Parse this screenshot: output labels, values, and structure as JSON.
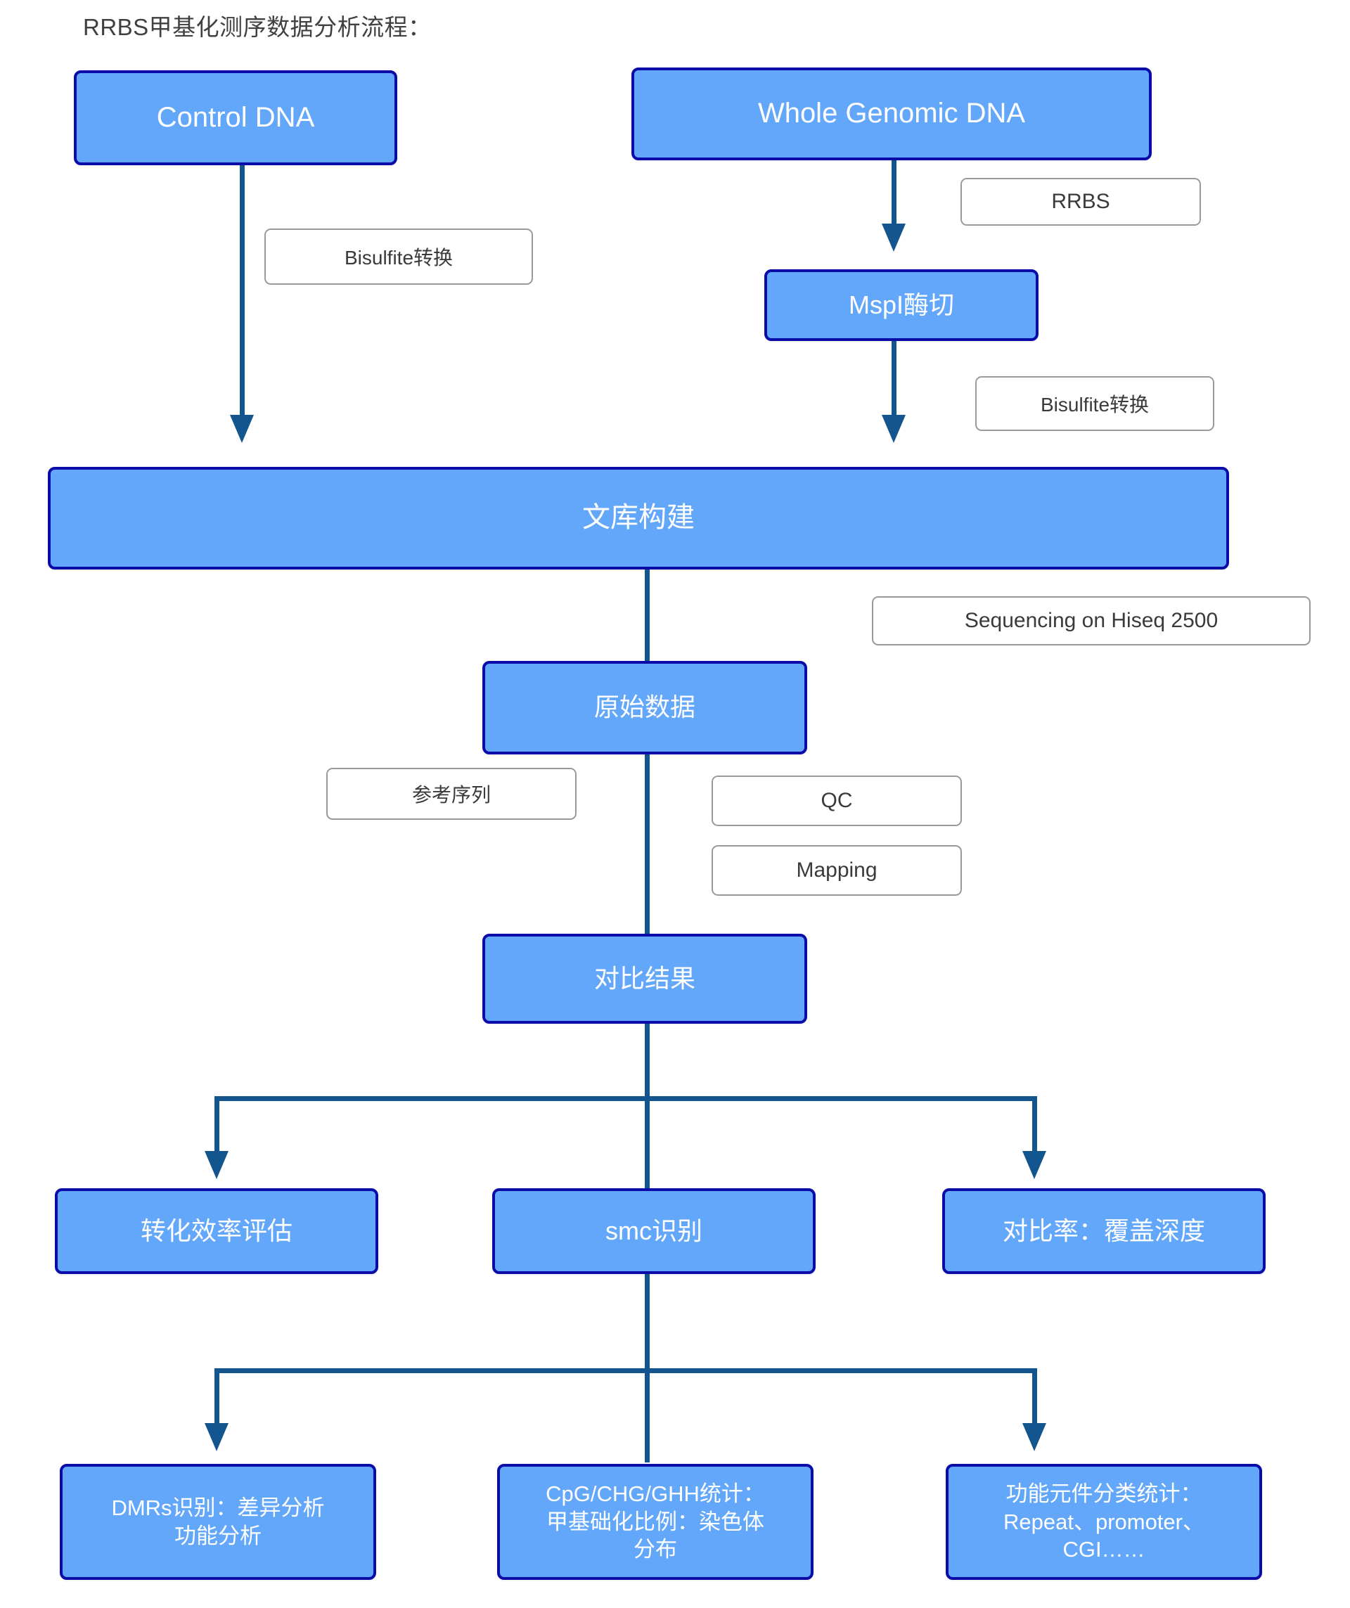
{
  "diagram": {
    "title": "RRBS甲基化测序数据分析流程：",
    "theme": {
      "node_fill": "#63A7FA",
      "node_border": "#0B0BA8",
      "node_text": "#FFFFFF",
      "connector": "#12558F",
      "tag_border": "#9A9A9A",
      "tag_text": "#3A3A3A",
      "background": "#FFFFFF"
    },
    "nodes": {
      "control_dna": "Control DNA",
      "whole_genomic_dna": "Whole Genomic DNA",
      "mspi": "MspI酶切",
      "library": "文库构建",
      "raw_data": "原始数据",
      "align_result": "对比结果",
      "conversion_eff": "转化效率评估",
      "smc": "smc识别",
      "map_rate": "对比率：覆盖深度",
      "dmrs_line1": "DMRs识别：差异分析",
      "dmrs_line2": "功能分析",
      "cpg_line1": "CpG/CHG/GHH统计：",
      "cpg_line2": "甲基础化比例：染色体",
      "cpg_line3": "分布",
      "func_line1": "功能元件分类统计：",
      "func_line2": "Repeat、promoter、",
      "func_line3": "CGI……"
    },
    "tags": {
      "bisulfite_left": "Bisulfite转换",
      "rrbs": "RRBS",
      "bisulfite_right": "Bisulfite转换",
      "sequencing": "Sequencing on Hiseq 2500",
      "reference": "参考序列",
      "qc": "QC",
      "mapping": "Mapping"
    }
  }
}
